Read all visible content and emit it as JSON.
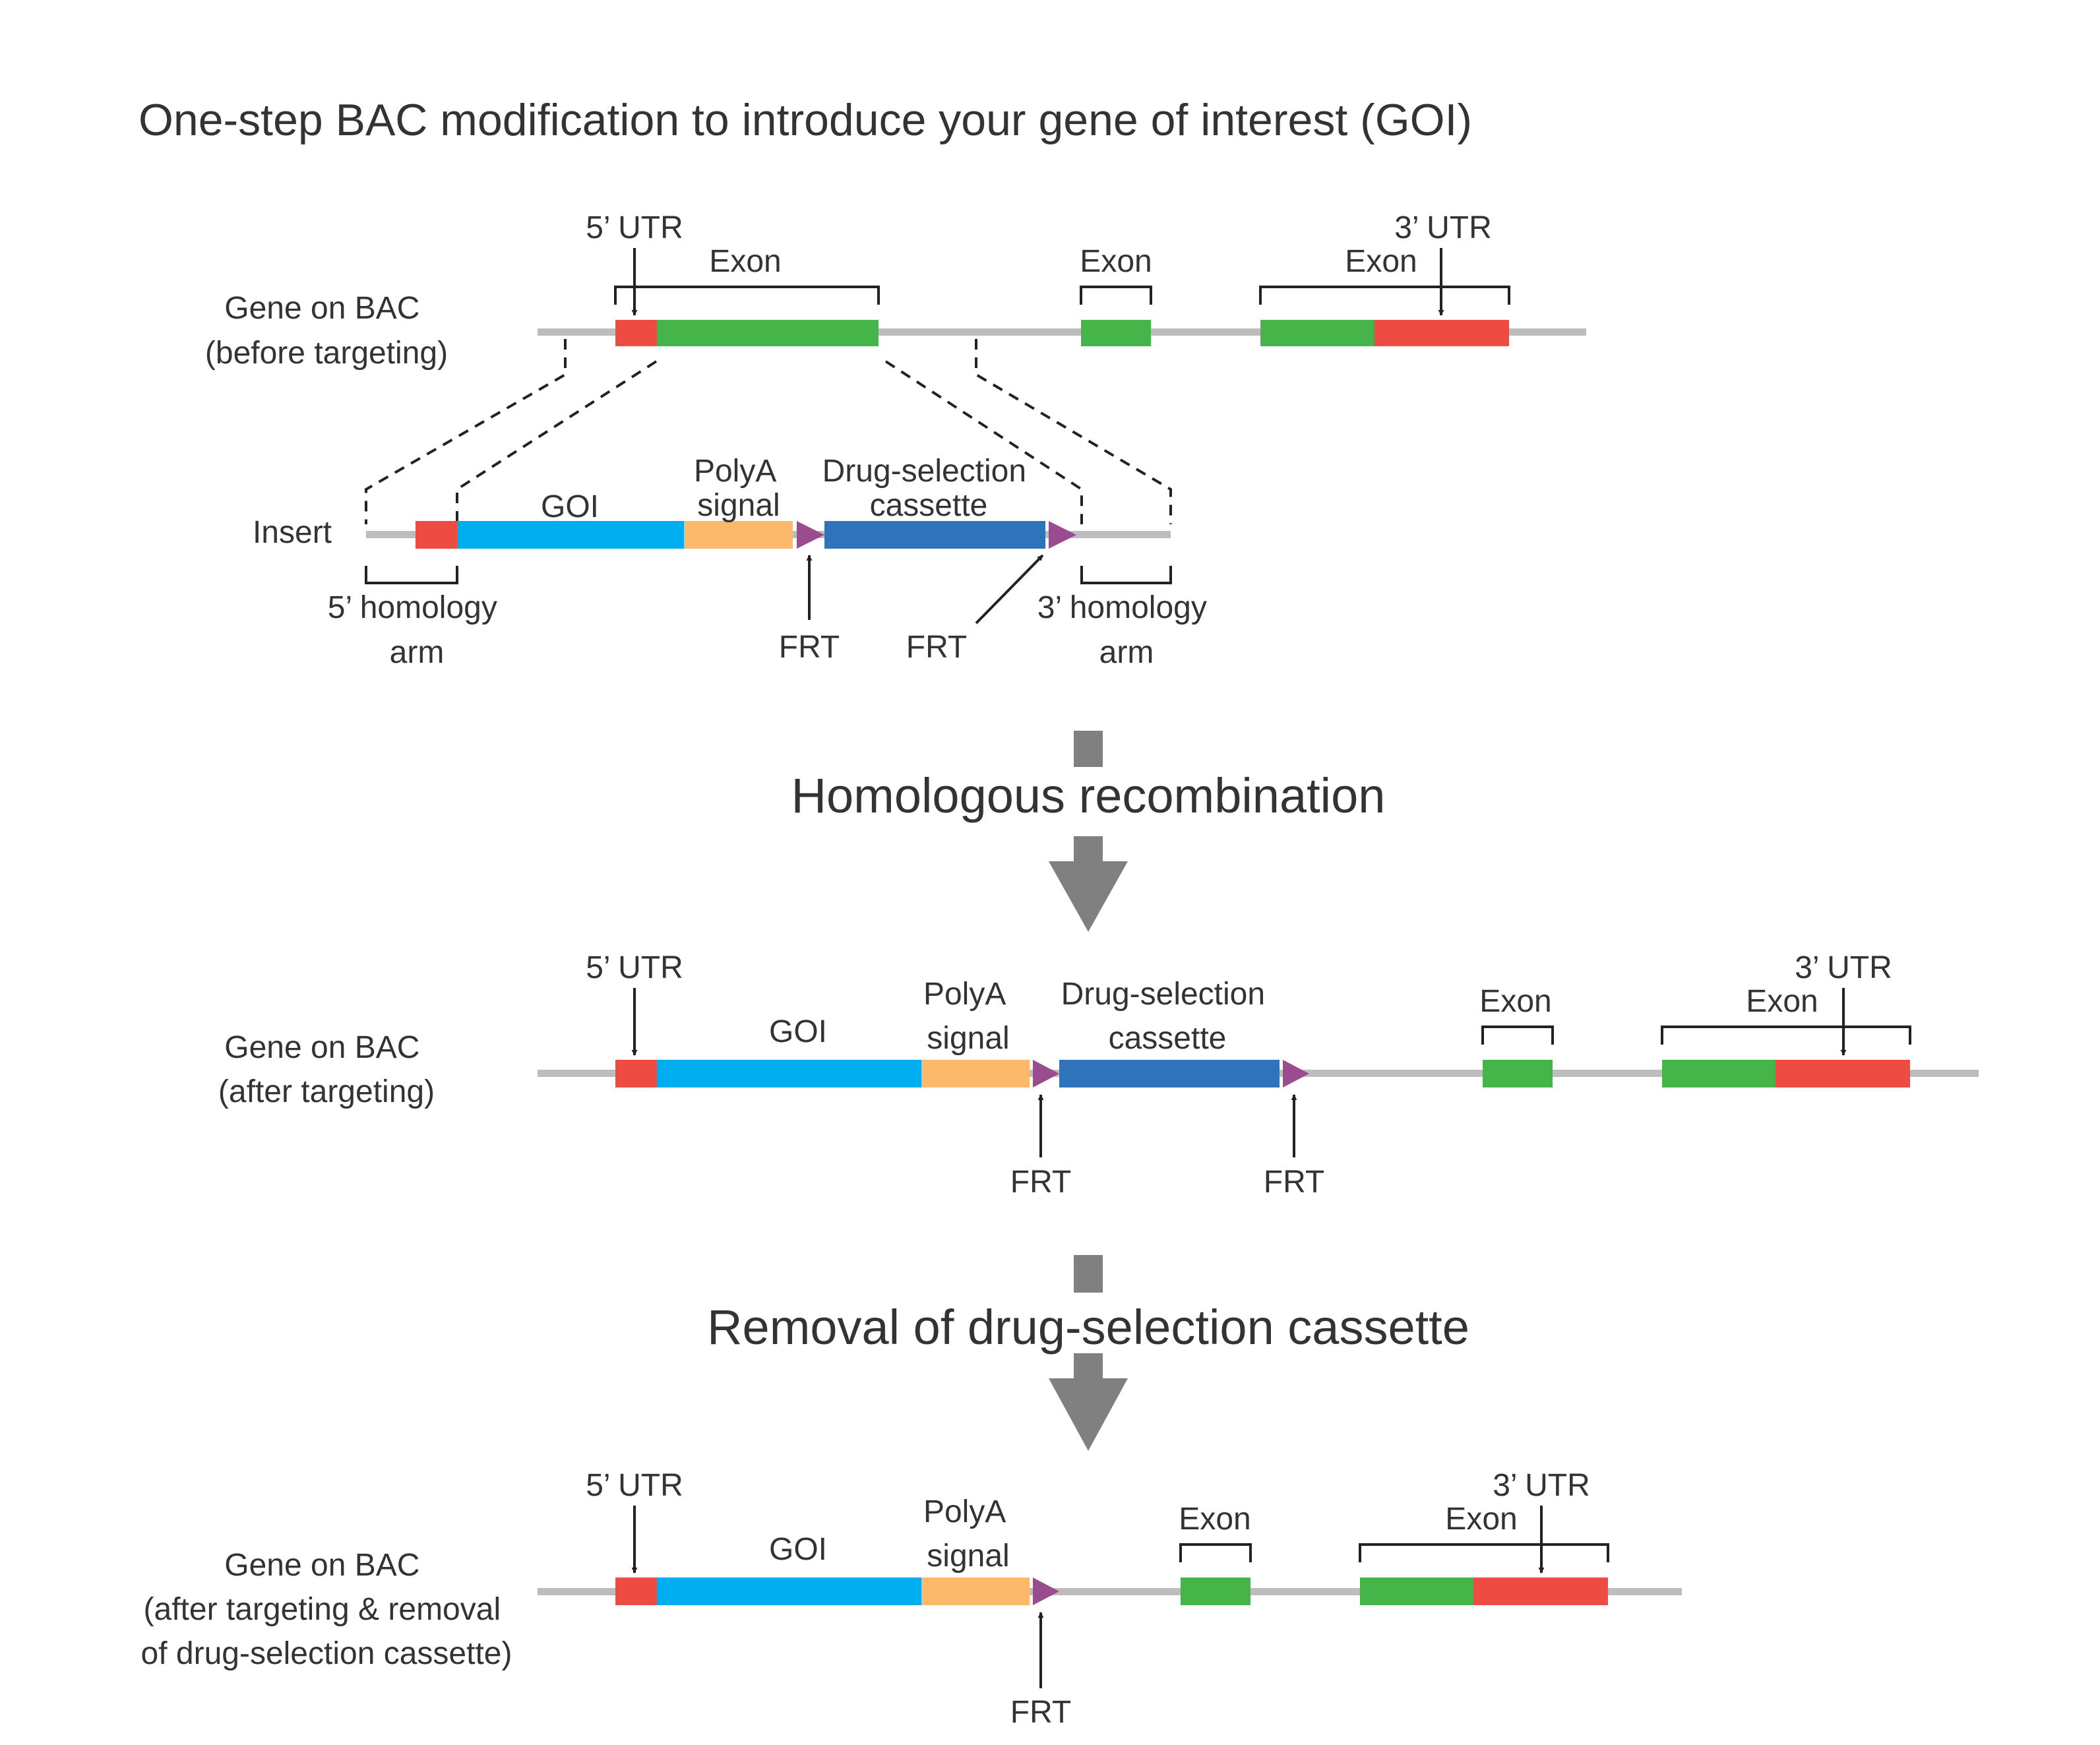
{
  "title": "One-step BAC modification to introduce your gene of interest (GOI)",
  "colors": {
    "backbone": "#bdbdbd",
    "utr": "#ee4b43",
    "exon": "#45b549",
    "goi": "#00aeef",
    "polya": "#fdb96b",
    "drug_cassette": "#2f74bb",
    "frt": "#9a4d8e",
    "process_arrow": "#808080",
    "line": "#222222"
  },
  "before": {
    "row_label": [
      "Gene on BAC",
      "(before targeting)"
    ],
    "utr5_label": "5’ UTR",
    "utr3_label": "3’ UTR",
    "exon1_label": "Exon",
    "exon2_label": "Exon",
    "exon3_label": "Exon"
  },
  "insert": {
    "row_label": "Insert",
    "goi_label": "GOI",
    "polya_label": [
      "PolyA",
      "signal"
    ],
    "drug_label": [
      "Drug-selection",
      "cassette"
    ],
    "frt_left_label": "FRT",
    "frt_right_label": "FRT",
    "arm5_label": [
      "5’ homology",
      "arm"
    ],
    "arm3_label": [
      "3’ homology",
      "arm"
    ]
  },
  "step1": {
    "label": "Homologous recombination"
  },
  "after": {
    "row_label": [
      "Gene on BAC",
      "(after targeting)"
    ],
    "utr5_label": "5’ UTR",
    "goi_label": "GOI",
    "polya_label": [
      "PolyA",
      "signal"
    ],
    "drug_label": [
      "Drug-selection",
      "cassette"
    ],
    "exon2_label": "Exon",
    "exon3_label": "Exon",
    "utr3_label": "3’ UTR",
    "frt_left_label": "FRT",
    "frt_right_label": "FRT"
  },
  "step2": {
    "label": "Removal of drug-selection cassette"
  },
  "final": {
    "row_label": [
      "Gene on BAC",
      "(after targeting & removal",
      "of drug-selection cassette)"
    ],
    "utr5_label": "5’ UTR",
    "goi_label": "GOI",
    "polya_label": [
      "PolyA",
      "signal"
    ],
    "exon2_label": "Exon",
    "exon3_label": "Exon",
    "utr3_label": "3’ UTR",
    "frt_label": "FRT"
  }
}
